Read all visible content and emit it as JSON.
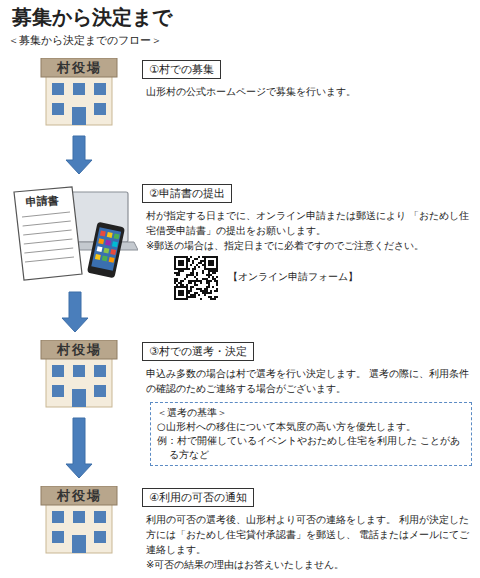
{
  "diagram": {
    "title": "募集から決定まで",
    "nodes": [
      {
        "text": [
          "村役場"
        ]
      },
      {
        "text": [
          "①村での募集",
          "山形村の公式ホームページで募集を行います。"
        ]
      },
      {
        "text": [
          "申請書"
        ]
      },
      {
        "text": [
          "②申請書の提出",
          "村が指定する日までに、オンライン申請または郵送により 「おためし住宅借受申請書」の提出をお願いします。",
          "※郵送の場合は、指定日までに必着ですのでご注意ください。"
        ]
      },
      {
        "text": [
          "村役場"
        ]
      },
      {
        "text": [
          "③村での選考・決定",
          "申込み多数の場合は村で選考を行い決定します。 選考の際に、利用条件の確認のためご連絡する場合がございます。"
        ]
      },
      {
        "text": [
          "＜選考の基準＞",
          "○山形村への移住について本気度の高い方を優先します。",
          "例：村で開催しているイベントやおためし住宅を利用した ことがある方など"
        ]
      },
      {
        "text": [
          "村役場"
        ]
      },
      {
        "text": [
          "④利用の可否の通知",
          "利用の可否の選考後、山形村より可否の連絡をします。 利用が決定した方には「おためし住宅貸付承認書」を郵送し、 電話またはメールにてご連絡します。",
          "※可否の結果の理由はお答えいたしません。"
        ]
      }
    ],
    "edges": [
      {
        "from": 0,
        "to": 2,
        "arrow": "to"
      },
      {
        "from": 2,
        "to": 4,
        "arrow": "to"
      },
      {
        "from": 4,
        "to": 7,
        "arrow": "to"
      }
    ],
    "labels": [
      "＜募集から決定までのフロー＞",
      "【オンライン申請フォーム】"
    ]
  }
}
